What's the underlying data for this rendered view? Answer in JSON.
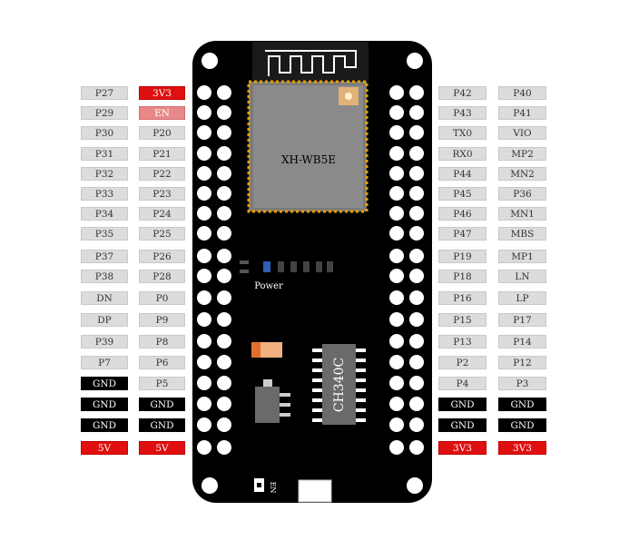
{
  "board": {
    "module_label": "XH-WB5E",
    "chip_label": "CH340C",
    "power_label": "Power",
    "en_button_label": "EN"
  },
  "left_outer": [
    {
      "label": "P27",
      "kind": "normal"
    },
    {
      "label": "P29",
      "kind": "normal"
    },
    {
      "label": "P30",
      "kind": "normal"
    },
    {
      "label": "P31",
      "kind": "normal"
    },
    {
      "label": "P32",
      "kind": "normal"
    },
    {
      "label": "P33",
      "kind": "normal"
    },
    {
      "label": "P34",
      "kind": "normal"
    },
    {
      "label": "P35",
      "kind": "normal"
    },
    {
      "label": "P37",
      "kind": "normal"
    },
    {
      "label": "P38",
      "kind": "normal"
    },
    {
      "label": "DN",
      "kind": "normal"
    },
    {
      "label": "DP",
      "kind": "normal"
    },
    {
      "label": "P39",
      "kind": "normal"
    },
    {
      "label": "P7",
      "kind": "normal"
    },
    {
      "label": "GND",
      "kind": "gnd"
    },
    {
      "label": "GND",
      "kind": "gnd"
    },
    {
      "label": "GND",
      "kind": "gnd"
    },
    {
      "label": "5V",
      "kind": "power"
    }
  ],
  "left_inner": [
    {
      "label": "3V3",
      "kind": "power"
    },
    {
      "label": "EN",
      "kind": "en"
    },
    {
      "label": "P20",
      "kind": "normal"
    },
    {
      "label": "P21",
      "kind": "normal"
    },
    {
      "label": "P22",
      "kind": "normal"
    },
    {
      "label": "P23",
      "kind": "normal"
    },
    {
      "label": "P24",
      "kind": "normal"
    },
    {
      "label": "P25",
      "kind": "normal"
    },
    {
      "label": "P26",
      "kind": "normal"
    },
    {
      "label": "P28",
      "kind": "normal"
    },
    {
      "label": "P0",
      "kind": "normal"
    },
    {
      "label": "P9",
      "kind": "normal"
    },
    {
      "label": "P8",
      "kind": "normal"
    },
    {
      "label": "P6",
      "kind": "normal"
    },
    {
      "label": "P5",
      "kind": "normal"
    },
    {
      "label": "GND",
      "kind": "gnd"
    },
    {
      "label": "GND",
      "kind": "gnd"
    },
    {
      "label": "5V",
      "kind": "power"
    }
  ],
  "right_inner": [
    {
      "label": "P42",
      "kind": "normal"
    },
    {
      "label": "P43",
      "kind": "normal"
    },
    {
      "label": "TX0",
      "kind": "normal"
    },
    {
      "label": "RX0",
      "kind": "normal"
    },
    {
      "label": "P44",
      "kind": "normal"
    },
    {
      "label": "P45",
      "kind": "normal"
    },
    {
      "label": "P46",
      "kind": "normal"
    },
    {
      "label": "P47",
      "kind": "normal"
    },
    {
      "label": "P19",
      "kind": "normal"
    },
    {
      "label": "P18",
      "kind": "normal"
    },
    {
      "label": "P16",
      "kind": "normal"
    },
    {
      "label": "P15",
      "kind": "normal"
    },
    {
      "label": "P13",
      "kind": "normal"
    },
    {
      "label": "P2",
      "kind": "normal"
    },
    {
      "label": "P4",
      "kind": "normal"
    },
    {
      "label": "GND",
      "kind": "gnd"
    },
    {
      "label": "GND",
      "kind": "gnd"
    },
    {
      "label": "3V3",
      "kind": "power"
    }
  ],
  "right_outer": [
    {
      "label": "P40",
      "kind": "normal"
    },
    {
      "label": "P41",
      "kind": "normal"
    },
    {
      "label": "VIO",
      "kind": "normal"
    },
    {
      "label": "MP2",
      "kind": "normal"
    },
    {
      "label": "MN2",
      "kind": "normal"
    },
    {
      "label": "P36",
      "kind": "normal"
    },
    {
      "label": "MN1",
      "kind": "normal"
    },
    {
      "label": "MBS",
      "kind": "normal"
    },
    {
      "label": "MP1",
      "kind": "normal"
    },
    {
      "label": "LN",
      "kind": "normal"
    },
    {
      "label": "LP",
      "kind": "normal"
    },
    {
      "label": "P17",
      "kind": "normal"
    },
    {
      "label": "P14",
      "kind": "normal"
    },
    {
      "label": "P12",
      "kind": "normal"
    },
    {
      "label": "P3",
      "kind": "normal"
    },
    {
      "label": "GND",
      "kind": "gnd"
    },
    {
      "label": "GND",
      "kind": "gnd"
    },
    {
      "label": "3V3",
      "kind": "power"
    }
  ]
}
